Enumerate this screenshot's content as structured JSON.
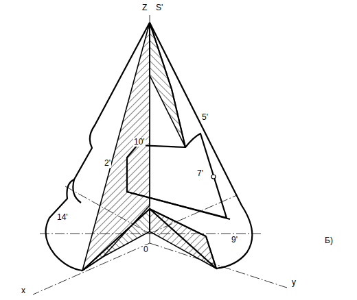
{
  "diagram": {
    "labels": [
      "Z",
      "S'",
      "5'",
      "2'",
      "10'",
      "7'",
      "14'",
      "9'",
      "0",
      "x",
      "y",
      "Б)"
    ]
  }
}
